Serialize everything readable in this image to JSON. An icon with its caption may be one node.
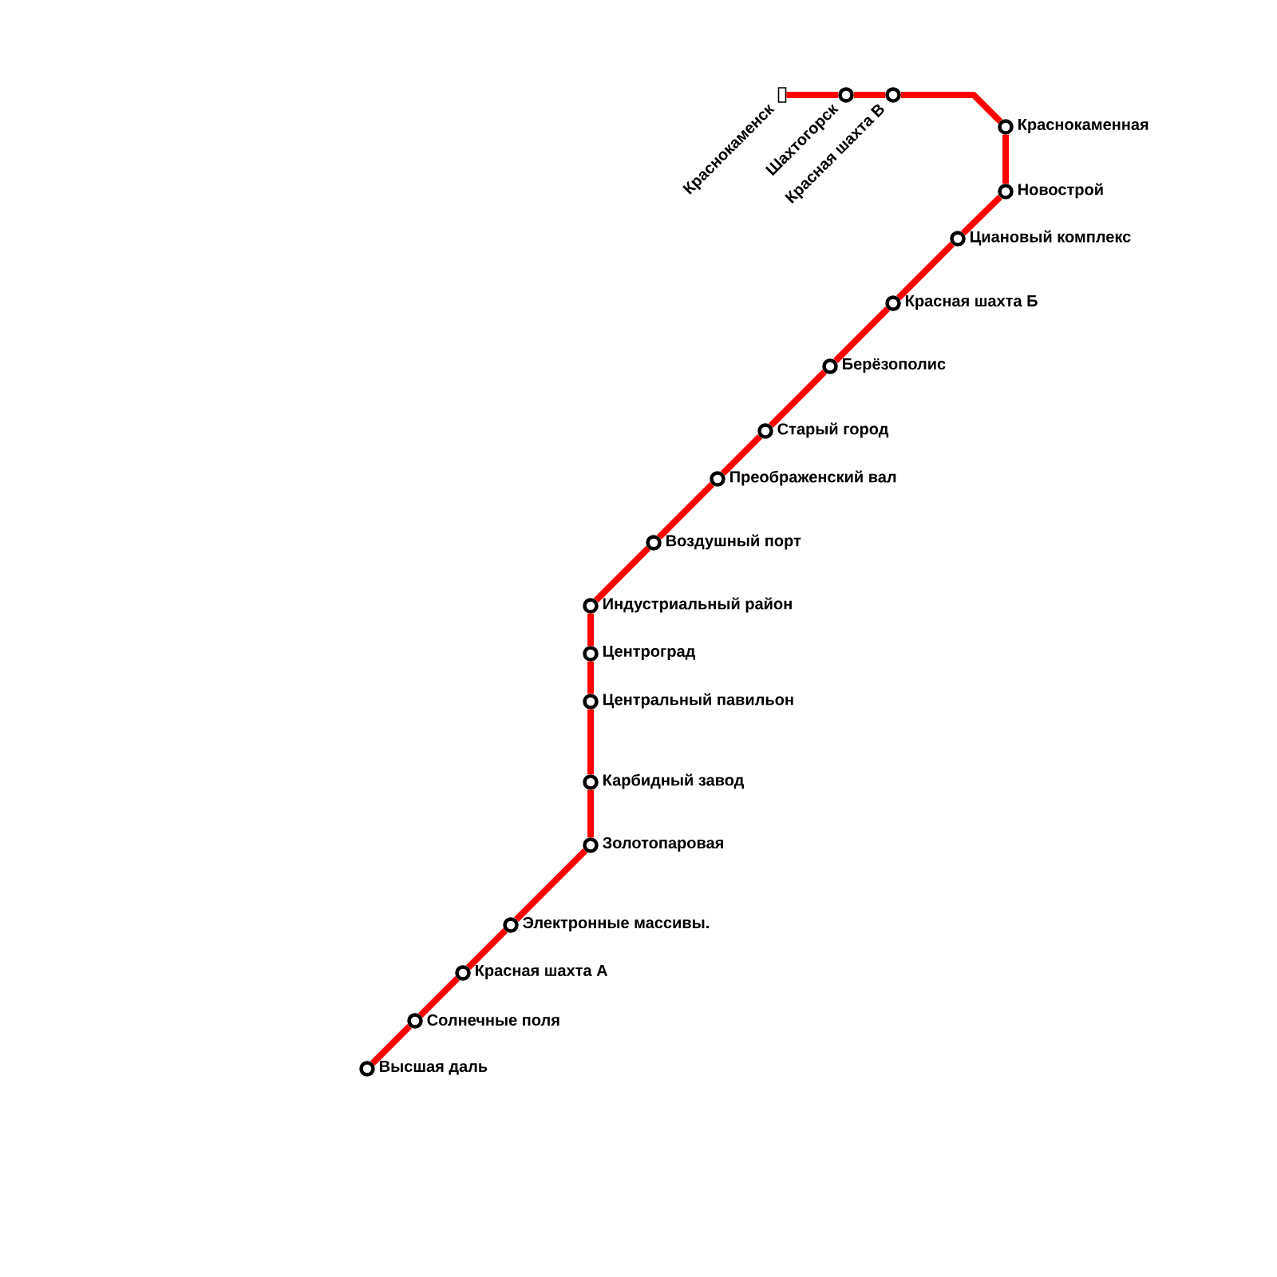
{
  "diagram": {
    "nodes": [
      {
        "text": [],
        "shape": "box",
        "beside": [
          "Краснокаменск"
        ]
      },
      {
        "text": [],
        "shape": "circle",
        "beside": [
          "Шахтогорск"
        ]
      },
      {
        "text": [],
        "shape": "circle",
        "beside": [
          "Красная шахта В"
        ]
      },
      {
        "text": [],
        "shape": "circle",
        "beside": [
          "Краснокаменная"
        ]
      },
      {
        "text": [],
        "shape": "circle",
        "beside": [
          "Новострой"
        ]
      },
      {
        "text": [],
        "shape": "circle",
        "beside": [
          "Циановый комплекс"
        ]
      },
      {
        "text": [],
        "shape": "circle",
        "beside": [
          "Красная шахта Б"
        ]
      },
      {
        "text": [],
        "shape": "circle",
        "beside": [
          "Берёзополис"
        ]
      },
      {
        "text": [],
        "shape": "circle",
        "beside": [
          "Старый город"
        ]
      },
      {
        "text": [],
        "shape": "circle",
        "beside": [
          "Преображенский вал"
        ]
      },
      {
        "text": [],
        "shape": "circle",
        "beside": [
          "Воздушный порт"
        ]
      },
      {
        "text": [],
        "shape": "circle",
        "beside": [
          "Индустриальный район"
        ]
      },
      {
        "text": [],
        "shape": "circle",
        "beside": [
          "Центроград"
        ]
      },
      {
        "text": [],
        "shape": "circle",
        "beside": [
          "Центральный павильон"
        ]
      },
      {
        "text": [],
        "shape": "circle",
        "beside": [
          "Карбидный завод"
        ]
      },
      {
        "text": [],
        "shape": "circle",
        "beside": [
          "Золотопаровая"
        ]
      },
      {
        "text": [],
        "shape": "circle",
        "beside": [
          "Электронные массивы."
        ]
      },
      {
        "text": [],
        "shape": "circle",
        "beside": [
          "Красная шахта А"
        ]
      },
      {
        "text": [],
        "shape": "circle",
        "beside": [
          "Солнечные поля"
        ]
      },
      {
        "text": [],
        "shape": "circle",
        "beside": [
          "Высшая даль"
        ]
      }
    ],
    "edges": [
      {
        "from": 0,
        "to": 1,
        "arrow": "none"
      },
      {
        "from": 1,
        "to": 2,
        "arrow": "none"
      },
      {
        "from": 2,
        "to": 3,
        "arrow": "none"
      },
      {
        "from": 3,
        "to": 4,
        "arrow": "none"
      },
      {
        "from": 4,
        "to": 5,
        "arrow": "none"
      },
      {
        "from": 5,
        "to": 6,
        "arrow": "none"
      },
      {
        "from": 6,
        "to": 7,
        "arrow": "none"
      },
      {
        "from": 7,
        "to": 8,
        "arrow": "none"
      },
      {
        "from": 8,
        "to": 9,
        "arrow": "none"
      },
      {
        "from": 9,
        "to": 10,
        "arrow": "none"
      },
      {
        "from": 10,
        "to": 11,
        "arrow": "none"
      },
      {
        "from": 11,
        "to": 12,
        "arrow": "none"
      },
      {
        "from": 12,
        "to": 13,
        "arrow": "none"
      },
      {
        "from": 13,
        "to": 14,
        "arrow": "none"
      },
      {
        "from": 14,
        "to": 15,
        "arrow": "none"
      },
      {
        "from": 15,
        "to": 16,
        "arrow": "none"
      },
      {
        "from": 16,
        "to": 17,
        "arrow": "none"
      },
      {
        "from": 17,
        "to": 18,
        "arrow": "none"
      },
      {
        "from": 18,
        "to": 19,
        "arrow": "none"
      }
    ]
  }
}
